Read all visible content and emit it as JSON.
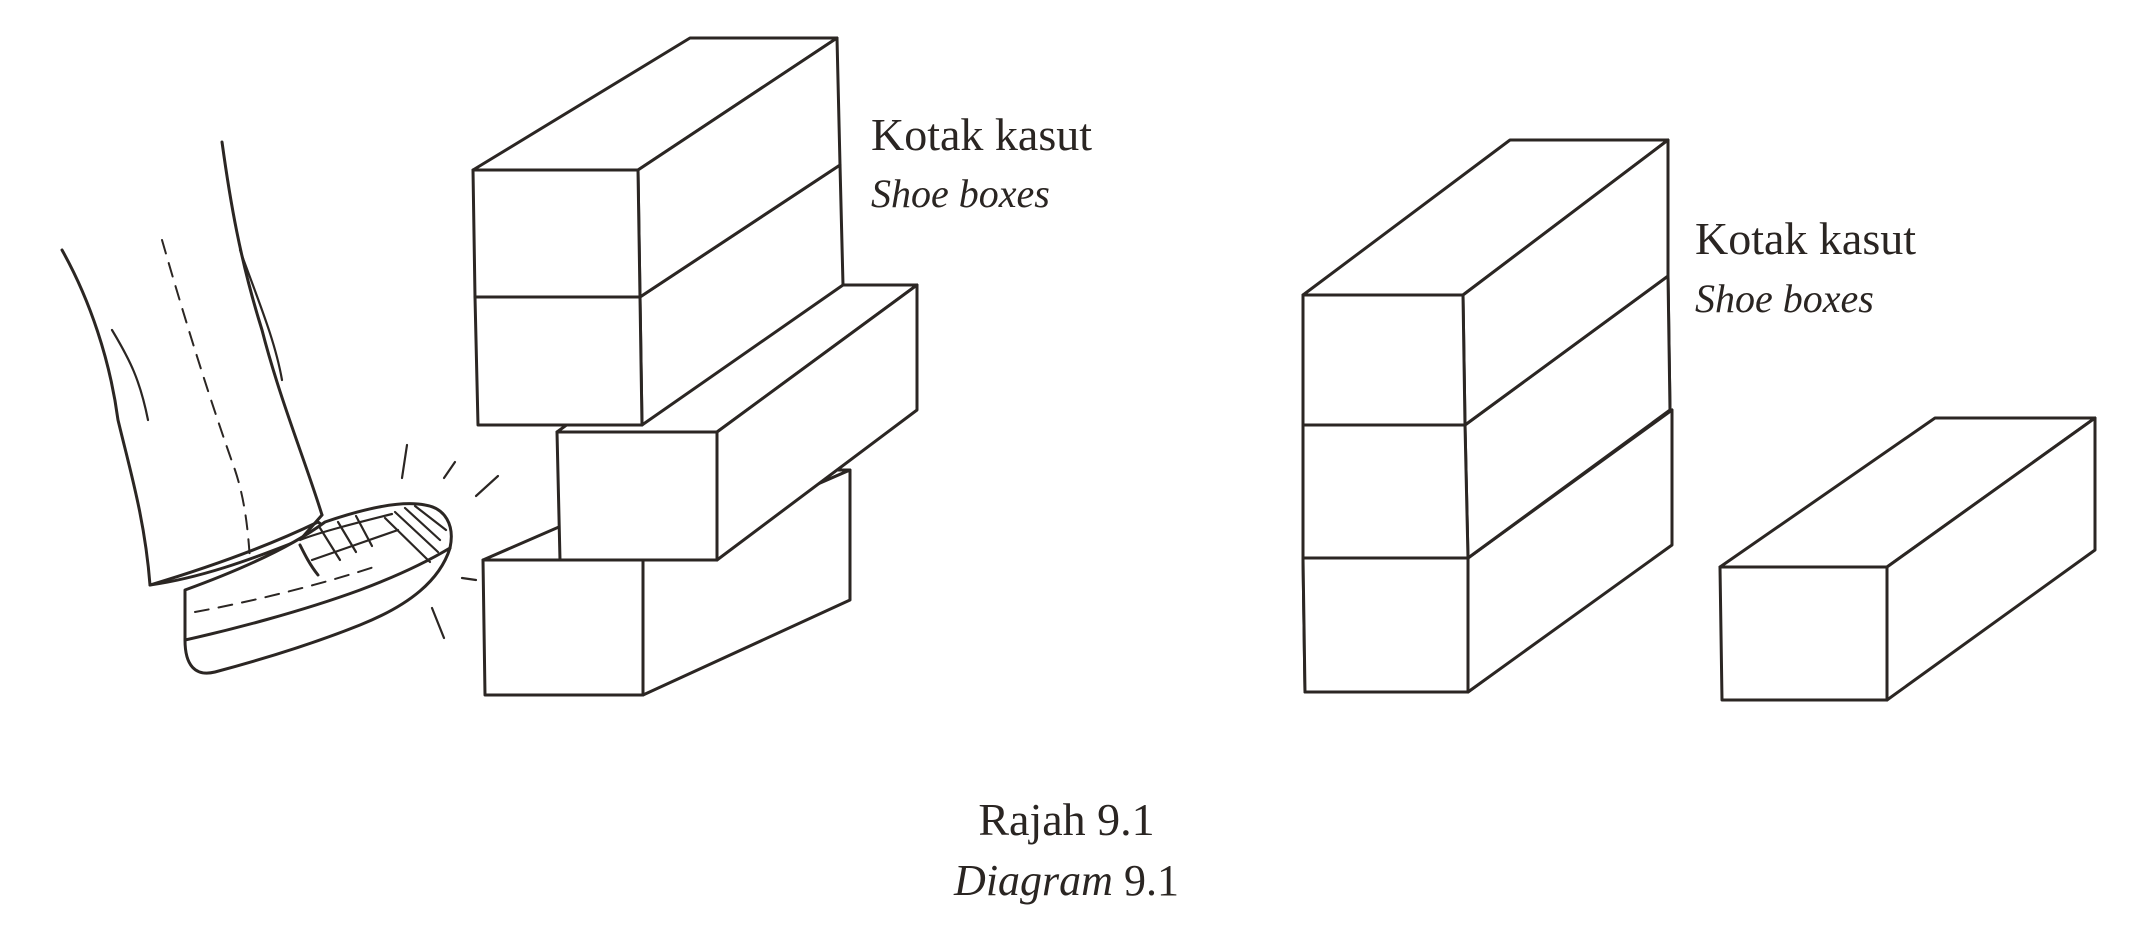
{
  "labels": {
    "left_box_label_ms": "Kotak kasut",
    "left_box_label_en": "Shoe boxes",
    "right_box_label_ms": "Kotak kasut",
    "right_box_label_en": "Shoe boxes"
  },
  "caption": {
    "ms": "Rajah 9.1",
    "en_word": "Diagram",
    "en_number": "9.1"
  },
  "icons": [
    "foot-kicking-icon",
    "shoe-box-icon",
    "impact-lines-icon"
  ],
  "colors": {
    "ink": "#2b2623",
    "paper": "#ffffff"
  }
}
